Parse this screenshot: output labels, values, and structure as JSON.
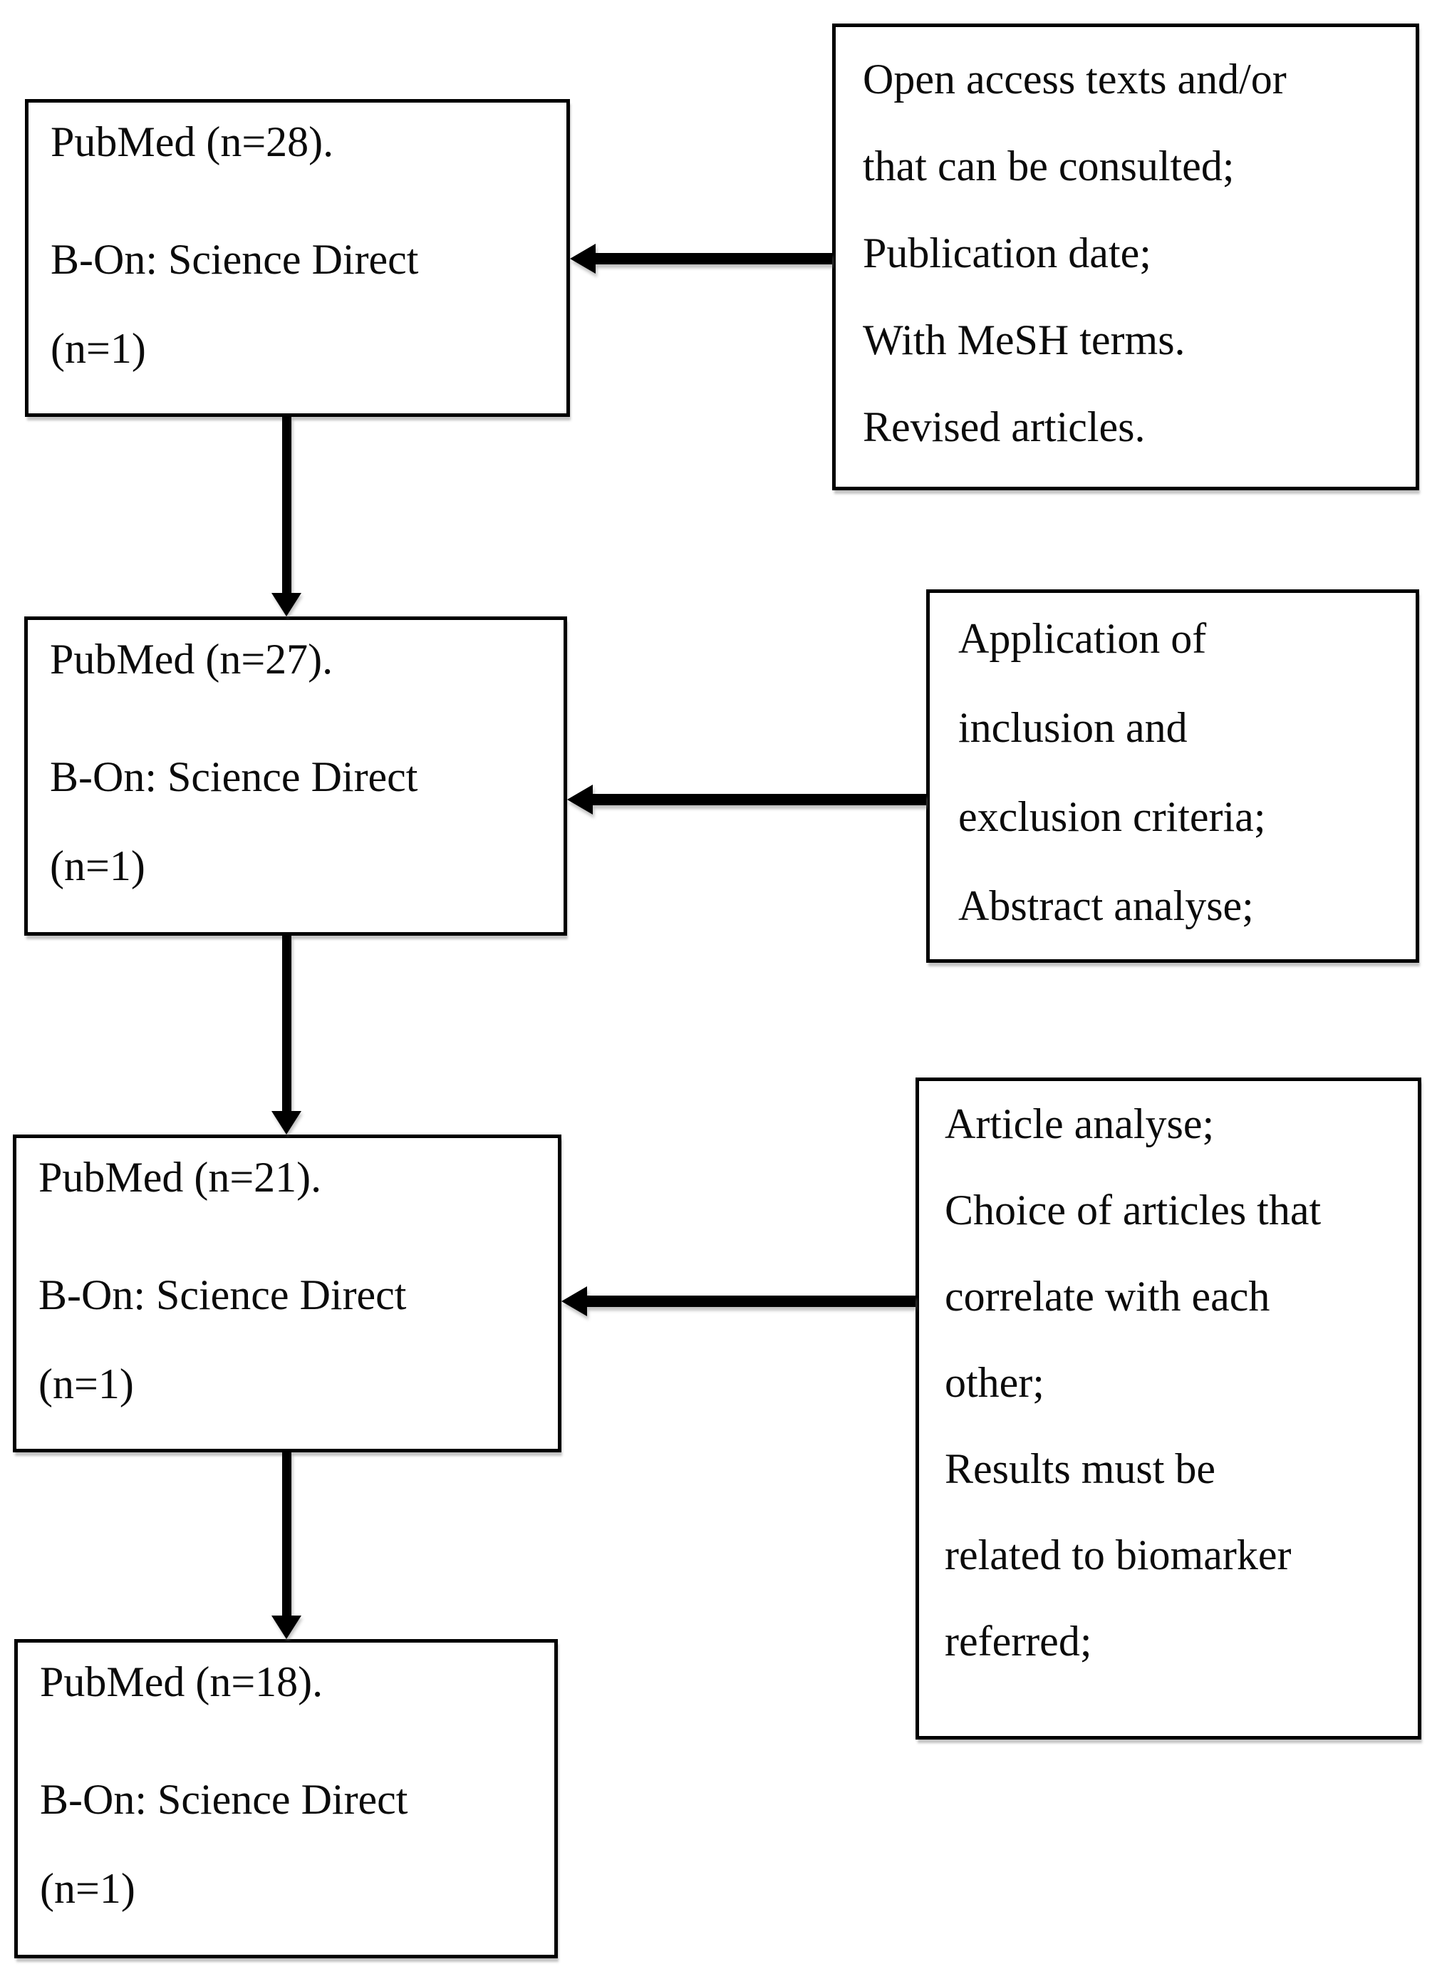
{
  "flowchart": {
    "stage_boxes": [
      {
        "lines": [
          "PubMed (n=28).",
          "B-On: Science Direct",
          "(n=1)"
        ]
      },
      {
        "lines": [
          "PubMed (n=27).",
          "B-On: Science Direct",
          "(n=1)"
        ]
      },
      {
        "lines": [
          "PubMed (n=21).",
          "B-On: Science Direct",
          "(n=1)"
        ]
      },
      {
        "lines": [
          "PubMed (n=18).",
          "B-On: Science Direct",
          "(n=1)"
        ]
      }
    ],
    "criteria_boxes": [
      {
        "lines": [
          "Open access texts and/or",
          "that can be consulted;",
          "Publication date;",
          "With MeSH terms.",
          "Revised articles."
        ]
      },
      {
        "lines": [
          "Application of",
          "inclusion and",
          "exclusion criteria;",
          "Abstract analyse;"
        ]
      },
      {
        "lines": [
          "Article analyse;",
          "Choice of articles that",
          "correlate with each",
          "other;",
          "Results must be",
          "related to biomarker",
          "referred;"
        ]
      }
    ],
    "colors": {
      "stroke": "#000000",
      "text": "#0b0b0b",
      "background": "#ffffff"
    }
  }
}
